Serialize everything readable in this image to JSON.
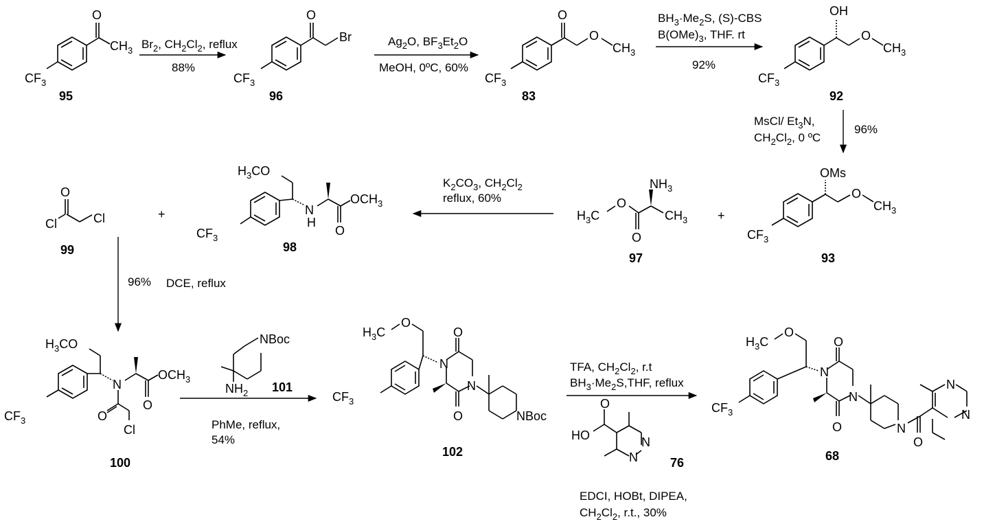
{
  "compounds": {
    "c95": "95",
    "c96": "96",
    "c83": "83",
    "c92": "92",
    "c93": "93",
    "c97": "97",
    "c98": "98",
    "c99": "99",
    "c100": "100",
    "c101": "101",
    "c102": "102",
    "c68": "68",
    "c76": "76"
  },
  "atoms": {
    "cf3": "CF",
    "three": "3",
    "o": "O",
    "ch3": "CH",
    "br": "Br",
    "oh": "OH",
    "oms": "OMs",
    "nh3": "NH",
    "h3c": "H",
    "h3co": "H",
    "co": "CO",
    "cl": "Cl",
    "n": "N",
    "h": "H",
    "och3": "OCH",
    "nboc": "NBoc",
    "nh2": "NH",
    "two": "2",
    "ho": "HO",
    "plus": "+"
  },
  "conditions": {
    "s1_a1": "Br",
    "s1_a2": "2",
    "s1_a3": ", CH",
    "s1_a4": "2",
    "s1_a5": "Cl",
    "s1_a6": "2",
    "s1_a7": ", reflux",
    "s1_b": "88%",
    "s2_a1": "Ag",
    "s2_a2": "2",
    "s2_a3": "O, BF",
    "s2_a4": "3",
    "s2_a5": "Et",
    "s2_a6": "2",
    "s2_a7": "O",
    "s2_b": "MeOH, 0ºC, 60%",
    "s3_a1": "BH",
    "s3_a2": "3",
    "s3_a3": "·Me",
    "s3_a4": "2",
    "s3_a5": "S, (S)-CBS",
    "s3_b1": "B(OMe)",
    "s3_b2": "3",
    "s3_b3": ", THF. rt",
    "s3_c": "92%",
    "s4_a1": "MsCl/ Et",
    "s4_a2": "3",
    "s4_a3": "N,",
    "s4_b1": "CH",
    "s4_b2": "2",
    "s4_b3": "Cl",
    "s4_b4": "2",
    "s4_b5": ", 0 ºC",
    "s4_c": "96%",
    "s5_a1": "K",
    "s5_a2": "2",
    "s5_a3": "CO",
    "s5_a4": "3",
    "s5_a5": ", CH",
    "s5_a6": "2",
    "s5_a7": "Cl",
    "s5_a8": "2",
    "s5_b": "reflux, 60%",
    "s6_a": "96%",
    "s6_b": "DCE, reflux",
    "s7_a": "PhMe, reflux,",
    "s7_b": "54%",
    "s8_a1": "TFA, CH",
    "s8_a2": "2",
    "s8_a3": "Cl",
    "s8_a4": "2",
    "s8_a5": ", r.t",
    "s8_b1": "BH",
    "s8_b2": "3",
    "s8_b3": "·Me",
    "s8_b4": "2",
    "s8_b5": "S,THF, reflux",
    "s8_c": "EDCI, HOBt, DIPEA,",
    "s8_d1": "CH",
    "s8_d2": "2",
    "s8_d3": "Cl",
    "s8_d4": "2",
    "s8_d5": ", r.t., 30%"
  }
}
